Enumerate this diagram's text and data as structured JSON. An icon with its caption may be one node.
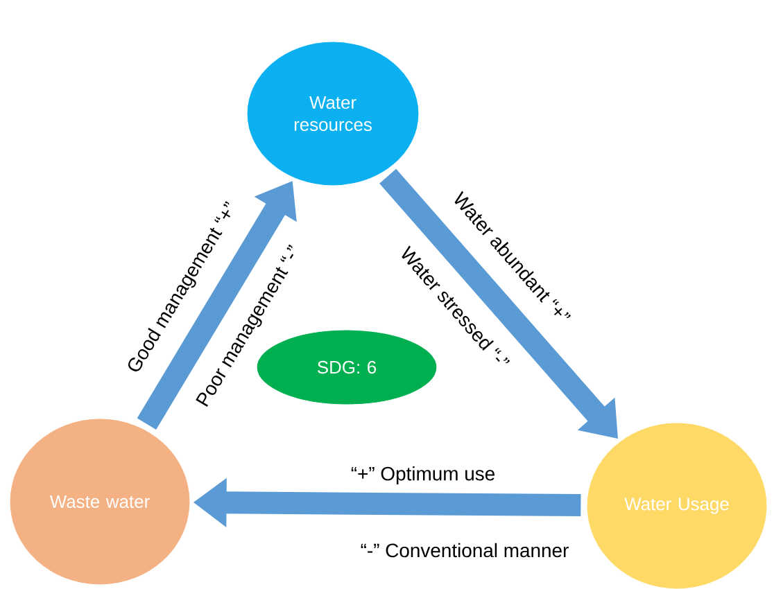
{
  "diagram": {
    "nodes": [
      {
        "text": [
          "Water resources"
        ]
      },
      {
        "text": [
          "Water Usage"
        ]
      },
      {
        "text": [
          "Waste water"
        ]
      },
      {
        "text": [
          "SDG: 6"
        ]
      }
    ],
    "edges": [
      {
        "from": 2,
        "to": 0,
        "arrow": "to",
        "label": "Good management “+”"
      },
      {
        "from": 0,
        "to": 1,
        "arrow": "to",
        "label": "Water abundant “+”"
      },
      {
        "from": 1,
        "to": 2,
        "arrow": "to",
        "label": "“+” Optimum use"
      }
    ],
    "labels": [
      "Poor management “-”",
      "Water stressed “-”",
      "“-” Conventional manner"
    ]
  }
}
